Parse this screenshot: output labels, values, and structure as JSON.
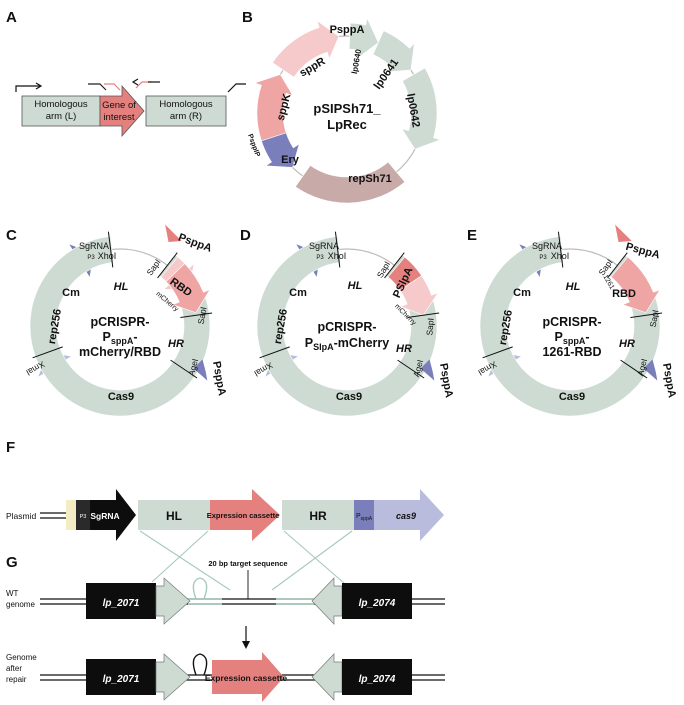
{
  "panels": {
    "a": {
      "letter": "A",
      "arm_left_l1": "Homologous",
      "arm_left_l2": "arm (L)",
      "goi_l1": "Gene of",
      "goi_l2": "interest",
      "arm_right_l1": "Homologous",
      "arm_right_l2": "arm (R)"
    },
    "b": {
      "letter": "B",
      "name_l1": "pSIPSh71_",
      "name_l2": "LpRec",
      "psppA": "PsppA",
      "psppIP": "PsppIP",
      "sppR": "sppR",
      "sppK": "sppK",
      "lp0640": "lp0640",
      "lp0641": "lp0641",
      "lp0642": "lp0642",
      "ery": "Ery",
      "repSh71": "repSh71"
    },
    "c": {
      "letter": "C",
      "name_l1": "pCRISPR-",
      "name_l2_a": "P",
      "name_l2_sub": "sppA",
      "name_l2_b": "-",
      "name_l3": "mCherry/RBD",
      "sgrna": "SgRNA",
      "p3": "P3",
      "xhoi": "XhoI",
      "sapi": "SapI",
      "psppA": "PsppA",
      "cm": "Cm",
      "hl": "HL",
      "rbd": "RBD",
      "mcherry": "mCherry",
      "sapi2": "SapI",
      "hr": "HR",
      "agei": "AgeI",
      "rep256": "rep256",
      "xmai": "XmaI",
      "cas9": "Cas9",
      "psppA2": "PsppA"
    },
    "d": {
      "letter": "D",
      "name_l1": "pCRISPR-",
      "name_l2_a": "P",
      "name_l2_sub": "SlpA",
      "name_l2_b": "-mCherry",
      "sgrna": "SgRNA",
      "p3": "P3",
      "xhoi": "XhoI",
      "sapi": "SapI",
      "pslpA": "PSlpA",
      "cm": "Cm",
      "hl": "HL",
      "mcherry": "mCherry",
      "sapi2": "SapI",
      "hr": "HR",
      "agei": "AgeI",
      "rep256": "rep256",
      "xmai": "XmaI",
      "cas9": "Cas9",
      "psppA2": "PsppA"
    },
    "e": {
      "letter": "E",
      "name_l1": "pCRISPR-",
      "name_l2_a": "P",
      "name_l2_sub": "sppA",
      "name_l2_b": "-",
      "name_l3": "1261-RBD",
      "sgrna": "SgRNA",
      "p3": "P3",
      "xhoi": "XhoI",
      "sapi": "SapI",
      "psppA": "PsppA",
      "cm": "Cm",
      "hl": "HL",
      "n1261": "1261",
      "rbd": "RBD",
      "sapi2": "SapI",
      "hr": "HR",
      "agei": "AgeI",
      "rep256": "rep256",
      "xmai": "XmaI",
      "cas9": "Cas9",
      "psppA2": "PsppA"
    },
    "f": {
      "letter": "F",
      "plasmid": "Plasmid",
      "p3": "P3",
      "sgrna": "SgRNA",
      "hl": "HL",
      "cassette": "Expression cassette",
      "hr": "HR",
      "psppA_a": "P",
      "psppA_sub": "sppA",
      "cas9": "cas9"
    },
    "g": {
      "letter": "G",
      "wt_l1": "WT",
      "wt_l2": "genome",
      "target": "20 bp target sequence",
      "lp2071": "lp_2071",
      "lp2074": "lp_2074",
      "rep_l1": "Genome",
      "rep_l2": "after",
      "rep_l3": "repair",
      "cassette": "Expression cassette",
      "lp2071b": "lp_2071",
      "lp2074b": "lp_2074"
    }
  },
  "colors": {
    "green": "#cddbd2",
    "pink": "#f0a5a5",
    "pinklight": "#f6caca",
    "salmon": "#e4807e",
    "purple": "#7a7fbb",
    "lavender": "#b9bcdd",
    "mauve": "#c8aaa8",
    "cream": "#f4ecc4",
    "black": "#0d0d0d"
  }
}
